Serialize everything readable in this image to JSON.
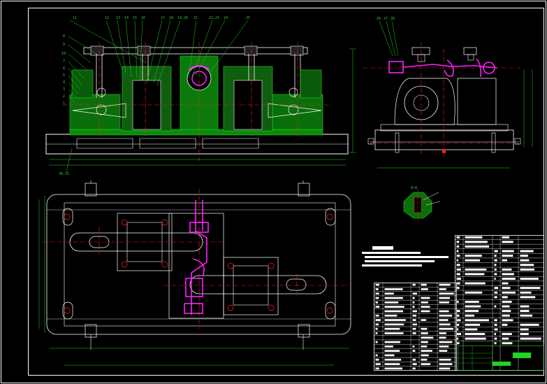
{
  "drawing": {
    "balloons_front": [
      "11",
      "12",
      "13",
      "14",
      "15",
      "16",
      "17",
      "18",
      "19,20",
      "21",
      "22,23",
      "24",
      "25"
    ],
    "balloons_left": [
      "8",
      "9",
      "10",
      "7",
      "6",
      "5",
      "4",
      "3",
      "2",
      "1"
    ],
    "balloons_side": [
      "26",
      "27",
      "28"
    ],
    "callout_bottom": "30,31",
    "section_label": "A—A"
  },
  "colors": {
    "background": "#000000",
    "white": "#ffffff",
    "green": "#1fd61f",
    "red": "#ff2020",
    "magenta": "#ff20ff",
    "yellow": "#ffff00",
    "blue": "#3a5bff"
  }
}
